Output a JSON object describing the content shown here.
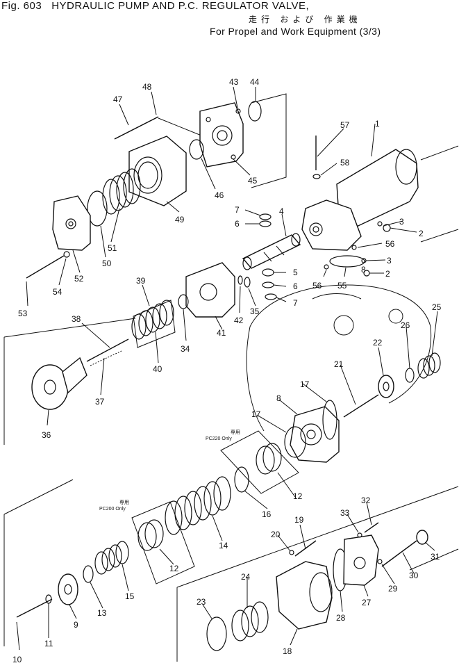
{
  "header": {
    "figure": "Fig. 603",
    "title": "HYDRAULIC PUMP AND P.C. REGULATOR VALVE,",
    "title_jp": "走行 および 作業機",
    "subtitle": "For Propel and Work Equipment (3/3)"
  },
  "notes": {
    "pc220_jp": "専用",
    "pc220": "PC220 Only",
    "pc200_jp": "専用",
    "pc200": "PC200 Only"
  },
  "callouts": {
    "c1": "1",
    "c2a": "2",
    "c2b": "2",
    "c3a": "3",
    "c3b": "3",
    "c4": "4",
    "c5": "5",
    "c6a": "6",
    "c6b": "6",
    "c7a": "7",
    "c7b": "7",
    "c8a": "8",
    "c8b": "8",
    "c9": "9",
    "c10": "10",
    "c11": "11",
    "c12a": "12",
    "c12b": "12",
    "c13": "13",
    "c14": "14",
    "c15": "15",
    "c16": "16",
    "c17a": "17",
    "c17b": "17",
    "c18": "18",
    "c19": "19",
    "c20": "20",
    "c21": "21",
    "c22": "22",
    "c23": "23",
    "c24": "24",
    "c25": "25",
    "c26": "26",
    "c27": "27",
    "c28": "28",
    "c29": "29",
    "c30": "30",
    "c31": "31",
    "c32": "32",
    "c33": "33",
    "c34": "34",
    "c35": "35",
    "c36": "36",
    "c37": "37",
    "c38": "38",
    "c39": "39",
    "c40": "40",
    "c41": "41",
    "c42": "42",
    "c43": "43",
    "c44": "44",
    "c45": "45",
    "c46": "46",
    "c47": "47",
    "c48": "48",
    "c49": "49",
    "c50": "50",
    "c51": "51",
    "c52": "52",
    "c53": "53",
    "c54": "54",
    "c55": "55",
    "c56a": "56",
    "c56b": "56",
    "c57": "57",
    "c58": "58"
  }
}
